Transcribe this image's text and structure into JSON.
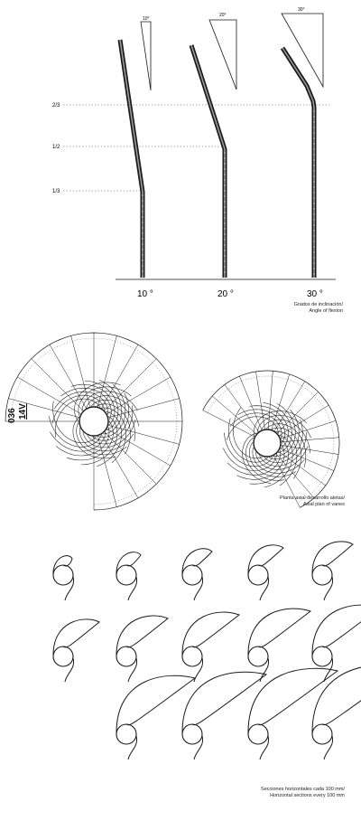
{
  "flexion_panel": {
    "height_marks": [
      "2/3",
      "1/2",
      "1/3"
    ],
    "angles": [
      {
        "label": "10 °",
        "wedge_label": "10°",
        "degrees": 10
      },
      {
        "label": "20 °",
        "wedge_label": "20°",
        "degrees": 20
      },
      {
        "label": "30 °",
        "wedge_label": "30°",
        "degrees": 30
      }
    ],
    "caption_es": "Grados de inclinación/",
    "caption_en": "Angle of flexion"
  },
  "side_code": {
    "number": "036",
    "model": "14V"
  },
  "axial_plan": {
    "caption_es": "Planta axial desarrollo aletas/",
    "caption_en": "Axial plan of vanes"
  },
  "sections": {
    "rows": 3,
    "columns": 5,
    "caption_es": "Secciones horizontales cada 100 mm/",
    "caption_en": "Horizontal sections every 100 mm"
  },
  "colors": {
    "ink": "#1a1a1a",
    "dotted": "#555555",
    "paper": "#ffffff"
  }
}
